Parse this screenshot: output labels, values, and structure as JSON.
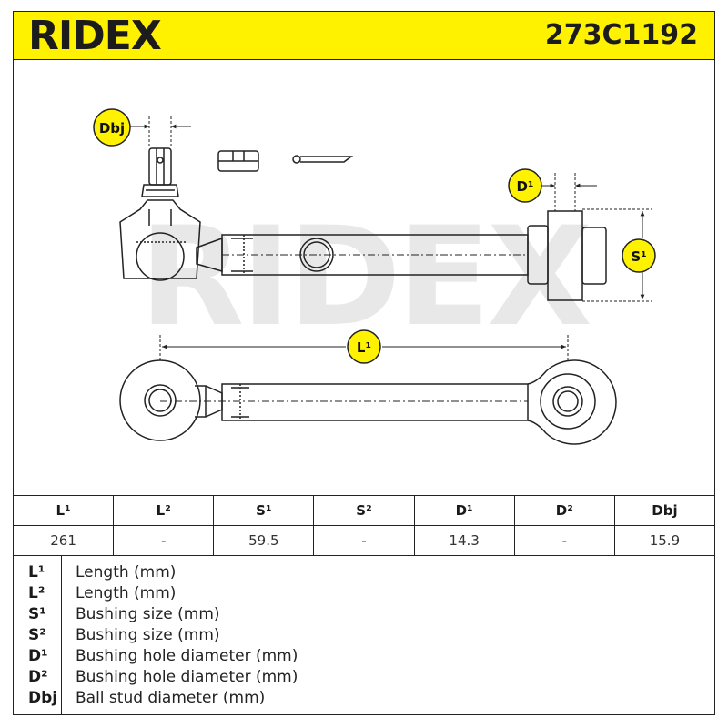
{
  "header": {
    "brand": "RIDEX",
    "part_number": "273C1192"
  },
  "watermark": "RIDEX",
  "diagram_labels": {
    "dbj": "Dbj",
    "d1": "D¹",
    "s1": "S¹",
    "l1": "L¹"
  },
  "specs_table": {
    "columns": [
      "L¹",
      "L²",
      "S¹",
      "S²",
      "D¹",
      "D²",
      "Dbj"
    ],
    "values": [
      "261",
      "-",
      "59.5",
      "-",
      "14.3",
      "-",
      "15.9"
    ]
  },
  "legend": [
    {
      "code": "L¹",
      "desc": "Length (mm)"
    },
    {
      "code": "L²",
      "desc": "Length (mm)"
    },
    {
      "code": "S¹",
      "desc": "Bushing size (mm)"
    },
    {
      "code": "S²",
      "desc": "Bushing size (mm)"
    },
    {
      "code": "D¹",
      "desc": "Bushing hole diameter (mm)"
    },
    {
      "code": "D²",
      "desc": "Bushing hole diameter (mm)"
    },
    {
      "code": "Dbj",
      "desc": "Ball stud diameter (mm)"
    }
  ],
  "colors": {
    "accent_yellow": "#fff200",
    "line": "#222222",
    "watermark": "#e6e6e6"
  }
}
